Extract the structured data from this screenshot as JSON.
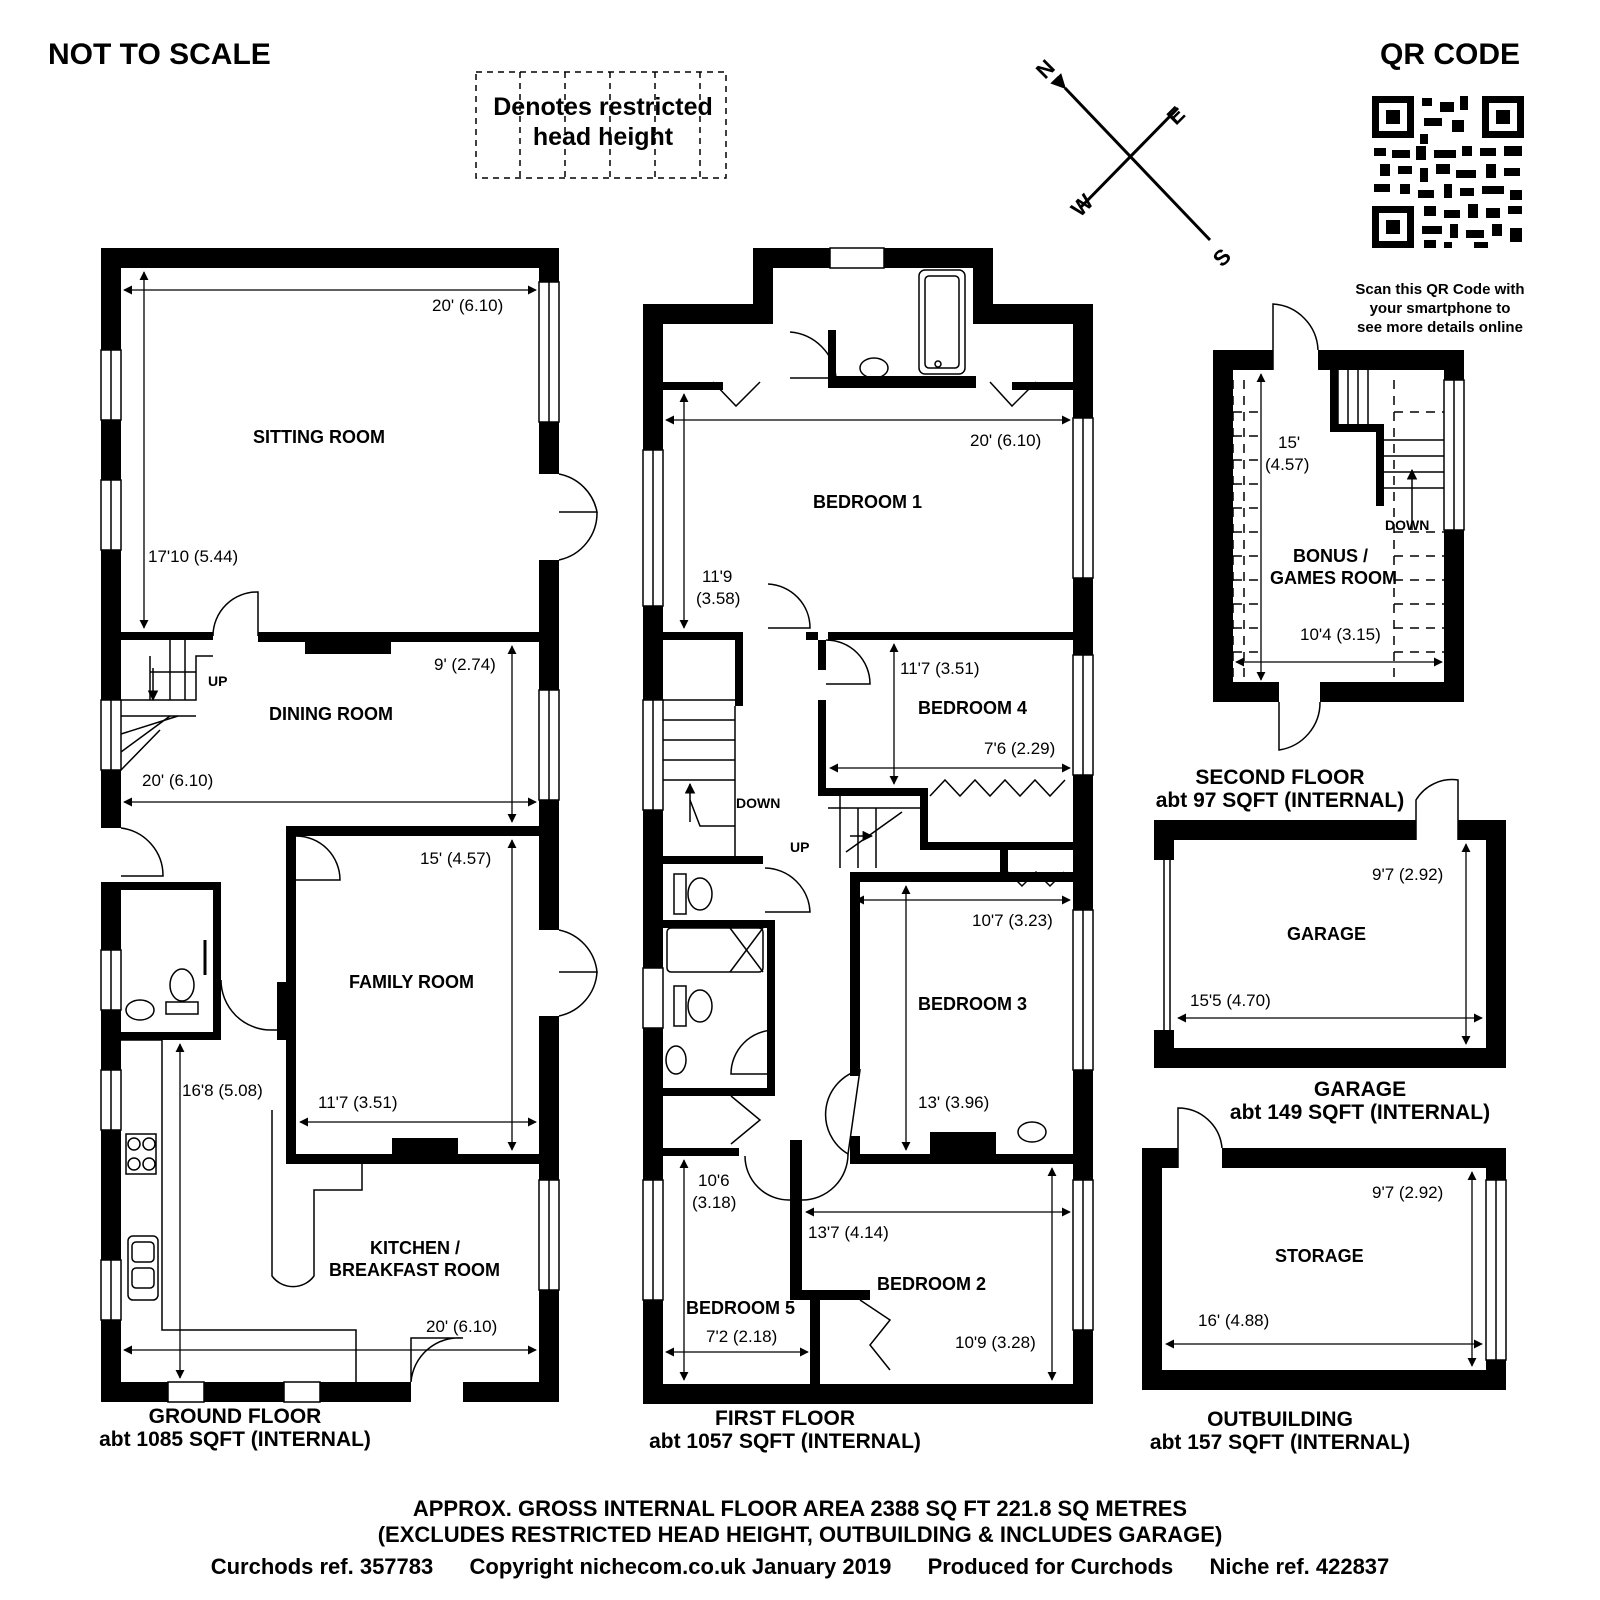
{
  "header": {
    "scale_note": "NOT TO SCALE",
    "qr_title": "QR CODE",
    "qr_note": [
      "Scan this QR Code with",
      "your smartphone to",
      "see more details online"
    ],
    "legend": [
      "Denotes restricted",
      "head height"
    ]
  },
  "compass": {
    "n": "N",
    "e": "E",
    "s": "S",
    "w": "W"
  },
  "floors": {
    "ground": {
      "caption": [
        "GROUND FLOOR",
        "abt 1085 SQFT (INTERNAL)"
      ],
      "rooms": {
        "sitting": "SITTING ROOM",
        "dining": "DINING ROOM",
        "family": "FAMILY ROOM",
        "kitchen": [
          "KITCHEN /",
          "BREAKFAST ROOM"
        ]
      },
      "dims": {
        "sitting_w": "20' (6.10)",
        "sitting_h": "17'10 (5.44)",
        "dining_h": "9' (2.74)",
        "dining_w": "20' (6.10)",
        "family_h": "15' (4.57)",
        "family_w": "11'7 (3.51)",
        "kitchen_h": "16'8 (5.08)",
        "kitchen_w": "20' (6.10)"
      },
      "up": "UP"
    },
    "first": {
      "caption": [
        "FIRST FLOOR",
        "abt 1057 SQFT (INTERNAL)"
      ],
      "rooms": {
        "bed1": "BEDROOM 1",
        "bed2": "BEDROOM 2",
        "bed3": "BEDROOM 3",
        "bed4": "BEDROOM 4",
        "bed5": "BEDROOM 5"
      },
      "dims": {
        "bed1_w": "20' (6.10)",
        "bed1_h": [
          "11'9",
          "(3.58)"
        ],
        "bed4_h": "11'7 (3.51)",
        "bed4_w": "7'6 (2.29)",
        "bed3_w": "10'7 (3.23)",
        "bed3_h": "13' (3.96)",
        "bed5_h": [
          "10'6",
          "(3.18)"
        ],
        "bed5_w": "7'2 (2.18)",
        "bed2_w": "13'7 (4.14)",
        "bed2_h": "10'9 (3.28)"
      },
      "down": "DOWN",
      "up": "UP"
    },
    "second": {
      "caption": [
        "SECOND FLOOR",
        "abt 97 SQFT (INTERNAL)"
      ],
      "room": [
        "BONUS /",
        "GAMES ROOM"
      ],
      "dims": {
        "h": [
          "15'",
          "(4.57)"
        ],
        "w": "10'4 (3.15)"
      },
      "down": "DOWN"
    },
    "garage": {
      "caption": [
        "GARAGE",
        "abt 149 SQFT (INTERNAL)"
      ],
      "room": "GARAGE",
      "dims": {
        "h": "9'7 (2.92)",
        "w": "15'5 (4.70)"
      }
    },
    "outbuilding": {
      "caption": [
        "OUTBUILDING",
        "abt 157 SQFT (INTERNAL)"
      ],
      "room": "STORAGE",
      "dims": {
        "h": "9'7 (2.92)",
        "w": "16' (4.88)"
      }
    }
  },
  "footer": {
    "line1": "APPROX. GROSS INTERNAL FLOOR AREA 2388 SQ FT 221.8 SQ METRES",
    "line2": "(EXCLUDES RESTRICTED HEAD HEIGHT, OUTBUILDING & INCLUDES GARAGE)",
    "curchods_ref": "Curchods ref. 357783",
    "copyright": "Copyright nichecom.co.uk January 2019",
    "produced": "Produced for Curchods",
    "niche_ref": "Niche ref. 422837"
  }
}
